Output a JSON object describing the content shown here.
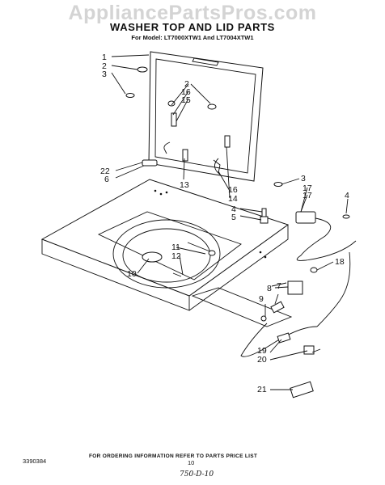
{
  "watermark": "AppliancePartsPros.com",
  "title": "WASHER TOP AND LID PARTS",
  "subtitle": "For Model: LT7000XTW1 And LT7004XTW1",
  "footer_note": "FOR ORDERING INFORMATION REFER TO PARTS PRICE LIST",
  "document_number": "3390384",
  "page_number": "10",
  "handwritten_note": "750-D-10",
  "callouts": {
    "c1": "1",
    "c2a": "2",
    "c3a": "3",
    "c2b": "2",
    "c16a": "16",
    "c15": "15",
    "c22": "22",
    "c6": "6",
    "c13": "13",
    "c3b": "3",
    "c17a": "17",
    "c17b": "17",
    "c16b": "16",
    "c14": "14",
    "c4a": "4",
    "c5": "5",
    "c4b": "4",
    "c11": "11",
    "c12": "12",
    "c10": "10",
    "c18": "18",
    "c8": "8",
    "c7": "7",
    "c9": "9",
    "c19": "19",
    "c20": "20",
    "c21": "21"
  }
}
